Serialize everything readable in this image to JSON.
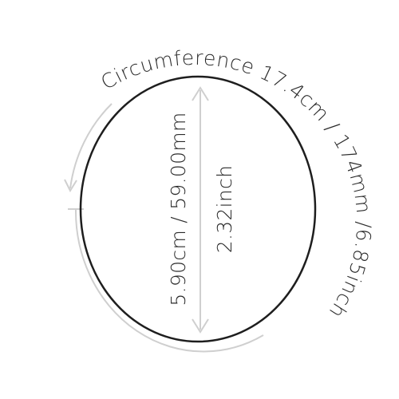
{
  "diagram": {
    "circumference_label": "Circumference  17.4cm / 174mm /6.85inch",
    "diameter_metric": "5.90cm / 59.00mm",
    "diameter_inch": "2.32inch",
    "colors": {
      "ring": "#1e1e1e",
      "guide": "#cfcfcf",
      "text": "#2a2a2a"
    }
  }
}
